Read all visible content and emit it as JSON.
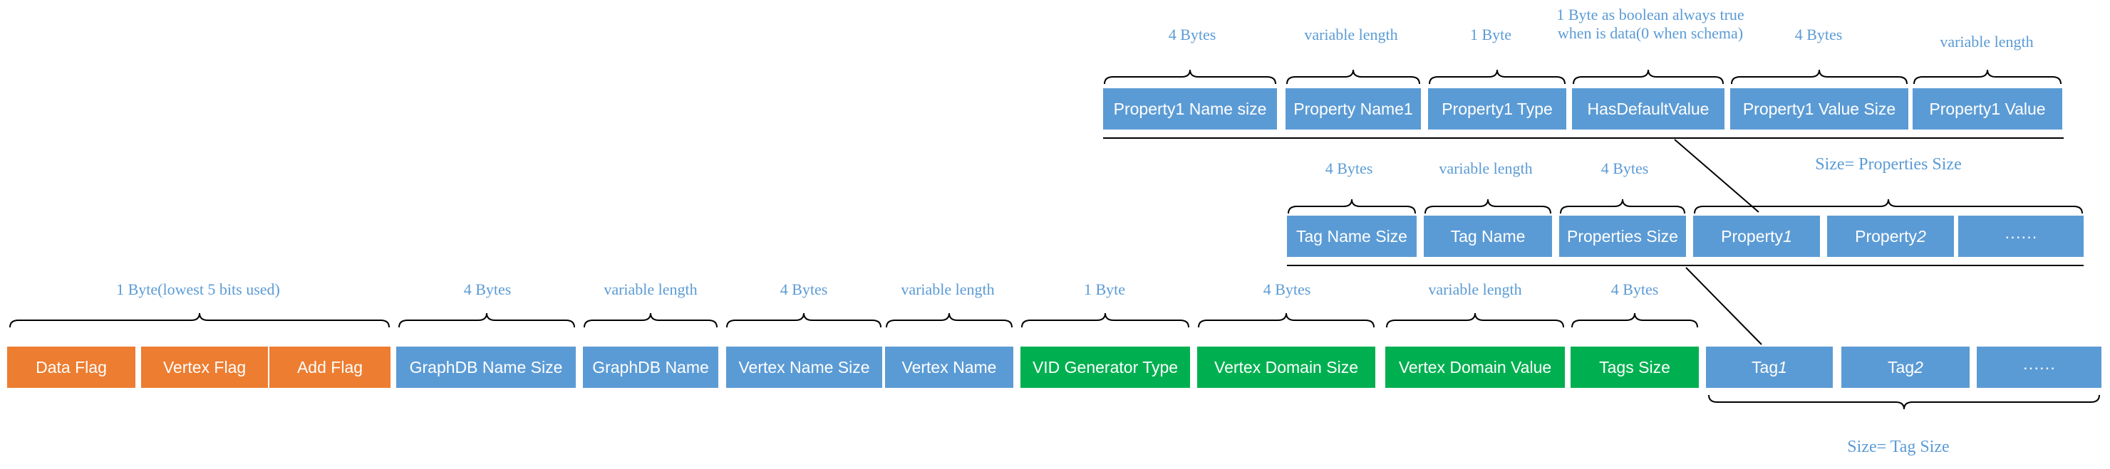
{
  "colors": {
    "blue": "#5B9BD5",
    "orange": "#ED7D31",
    "green": "#00B050",
    "line": "#000000"
  },
  "row1": {
    "fields": [
      {
        "label": "Data Flag"
      },
      {
        "label": "Vertex Flag"
      },
      {
        "label": "Add Flag"
      },
      {
        "label": "GraphDB Name Size"
      },
      {
        "label": "GraphDB Name"
      },
      {
        "label": "Vertex Name Size"
      },
      {
        "label": "Vertex  Name"
      },
      {
        "label": "VID Generator Type"
      },
      {
        "label": "Vertex Domain Size"
      },
      {
        "label": "Vertex Domain Value"
      },
      {
        "label": "Tags Size"
      },
      {
        "label_prefix": "Tag",
        "label_suffix": "1"
      },
      {
        "label_prefix": "Tag",
        "label_suffix": "2"
      },
      {
        "label": "······"
      }
    ],
    "sizes": [
      "1 Byte(lowest 5 bits used)",
      "4 Bytes",
      "variable length",
      "4 Bytes",
      "variable length",
      "1 Byte",
      "4 Bytes",
      "variable length",
      "4 Bytes"
    ],
    "group_label": "Size= Tag Size"
  },
  "row2": {
    "fields": [
      {
        "label": "Tag Name Size"
      },
      {
        "label": "Tag Name"
      },
      {
        "label": "Properties Size"
      },
      {
        "label_prefix": "Property",
        "label_suffix": "1"
      },
      {
        "label_prefix": "Property",
        "label_suffix": "2"
      },
      {
        "label": "······"
      }
    ],
    "sizes": [
      "4 Bytes",
      "variable length",
      "4 Bytes"
    ],
    "group_label": "Size= Properties Size"
  },
  "row3": {
    "fields": [
      {
        "label": "Property1 Name size"
      },
      {
        "label": "Property Name1"
      },
      {
        "label": "Property1 Type"
      },
      {
        "label": "HasDefaultValue"
      },
      {
        "label": "Property1 Value Size"
      },
      {
        "label": "Property1 Value"
      }
    ],
    "sizes": [
      "4 Bytes",
      "variable length",
      "1 Byte",
      "1 Byte as boolean always true when is data(0 when schema)",
      "4 Bytes",
      "variable length"
    ]
  }
}
